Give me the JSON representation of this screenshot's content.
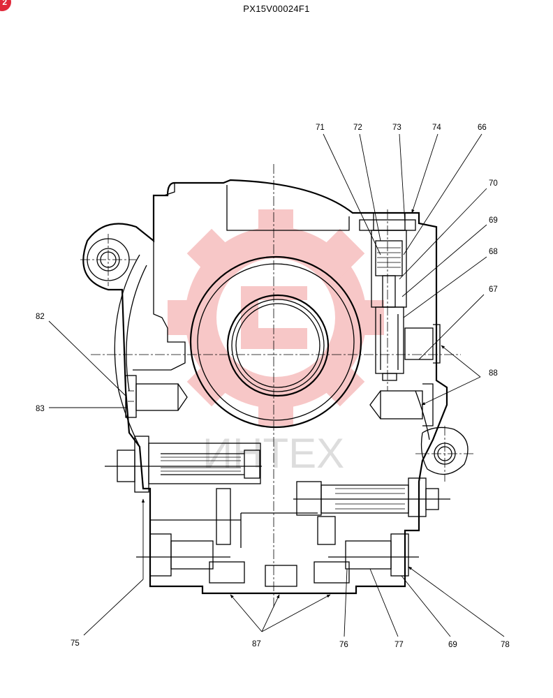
{
  "header": {
    "badge": "2",
    "drawing_number": "PX15V00024F1"
  },
  "watermark": {
    "text": "ИНТЕХ",
    "gear_color": "#f08a8a"
  },
  "callouts": {
    "c71": "71",
    "c72": "72",
    "c73": "73",
    "c74": "74",
    "c66": "66",
    "c70": "70",
    "c69a": "69",
    "c68": "68",
    "c67": "67",
    "c88": "88",
    "c82": "82",
    "c83": "83",
    "c75": "75",
    "c87": "87",
    "c76": "76",
    "c77": "77",
    "c69b": "69",
    "c78": "78"
  }
}
